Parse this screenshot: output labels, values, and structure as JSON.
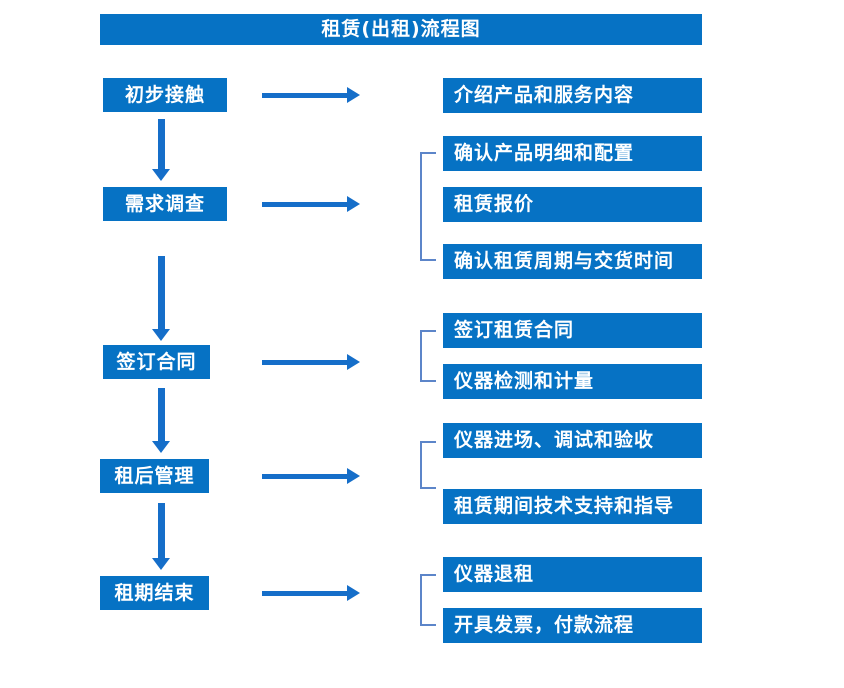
{
  "title": "租赁(出租)流程图",
  "colors": {
    "box_blue": "#0672C4",
    "arrow_blue": "#156EC9",
    "bracket_blue": "#5C85C9",
    "text_white": "#FFFFFF"
  },
  "steps": [
    "初步接触",
    "需求调查",
    "签订合同",
    "租后管理",
    "租期结束"
  ],
  "groups": [
    {
      "items": [
        "介绍产品和服务内容"
      ]
    },
    {
      "items": [
        "确认产品明细和配置",
        "租赁报价",
        "确认租赁周期与交货时间"
      ]
    },
    {
      "items": [
        "签订租赁合同",
        "仪器检测和计量"
      ]
    },
    {
      "items": [
        "仪器进场、调试和验收",
        "租赁期间技术支持和指导"
      ]
    },
    {
      "items": [
        "仪器退租",
        "开具发票，付款流程"
      ]
    }
  ]
}
